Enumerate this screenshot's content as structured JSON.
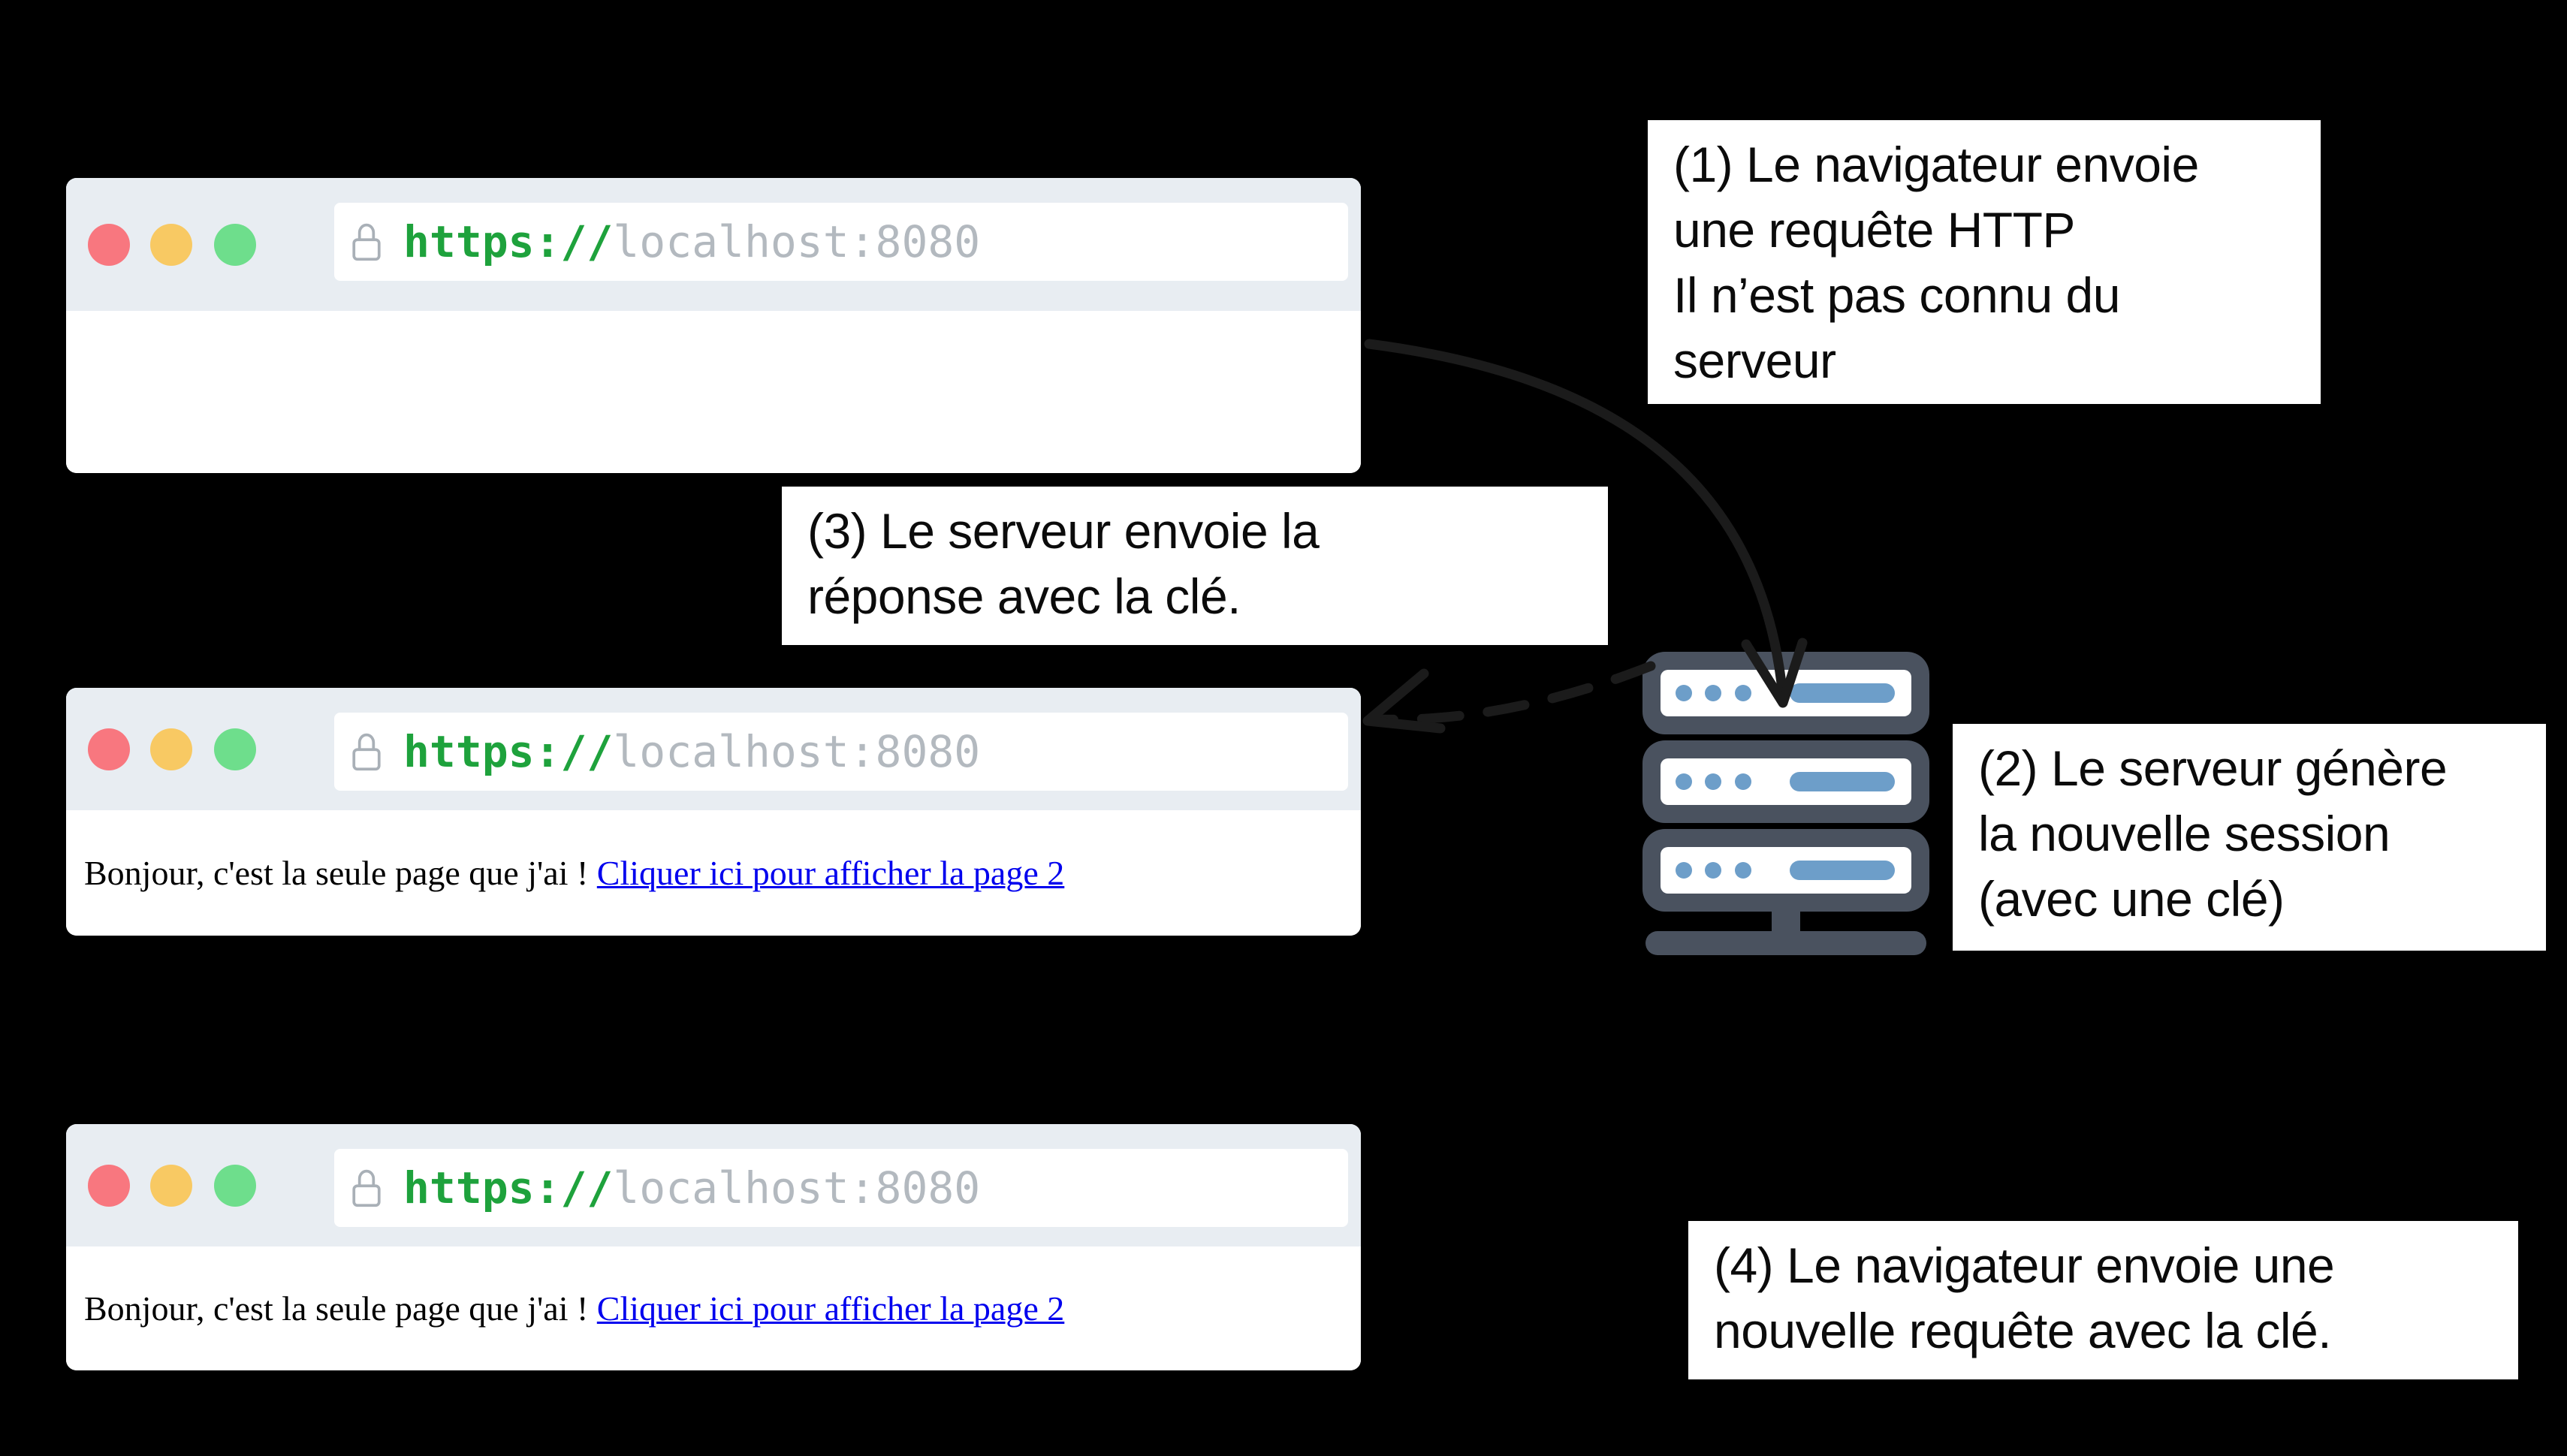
{
  "browser": {
    "url": {
      "scheme": "https://",
      "host": "localhost:8080"
    }
  },
  "windows": [
    {
      "label": "browser-window-1",
      "page_text": "",
      "link_text": ""
    },
    {
      "label": "browser-window-2",
      "page_text": "Bonjour, c'est la seule page que j'ai ! ",
      "link_text": "Cliquer ici pour afficher la page 2"
    },
    {
      "label": "browser-window-3",
      "page_text": "Bonjour, c'est la seule page que j'ai ! ",
      "link_text": "Cliquer ici pour afficher la page 2"
    }
  ],
  "annotations": [
    {
      "id": "1",
      "text": "(1) Le navigateur envoie\nune requête HTTP\nIl n’est pas connu du\nserveur"
    },
    {
      "id": "2",
      "text": "(2) Le serveur génère\nla nouvelle session\n(avec une clé)"
    },
    {
      "id": "3",
      "text": "(3) Le serveur envoie la\nréponse avec la clé."
    },
    {
      "id": "4",
      "text": "(4) Le navigateur envoie une\nnouvelle requête avec la clé."
    }
  ],
  "arrows": {
    "request": "solid curved arrow from browser 1 to server",
    "response": "dashed curved arrow from server to browser 2"
  },
  "icons": {
    "server": "server-stack-icon",
    "lock": "lock-icon",
    "window_controls": [
      "close",
      "minimize",
      "zoom"
    ]
  },
  "colors": {
    "background": "#000000",
    "titlebar": "#e8edf2",
    "dot_red": "#f8777f",
    "dot_yellow": "#f8c963",
    "dot_green": "#6ede8c",
    "url_scheme_green": "#1ea23c",
    "url_host_gray": "#b3b9bf",
    "link_blue": "#0000ee",
    "server_dark": "#4a525f",
    "server_blue": "#6d9ec9",
    "arrow": "#1b1b1b",
    "note_bg": "#ffffff"
  }
}
